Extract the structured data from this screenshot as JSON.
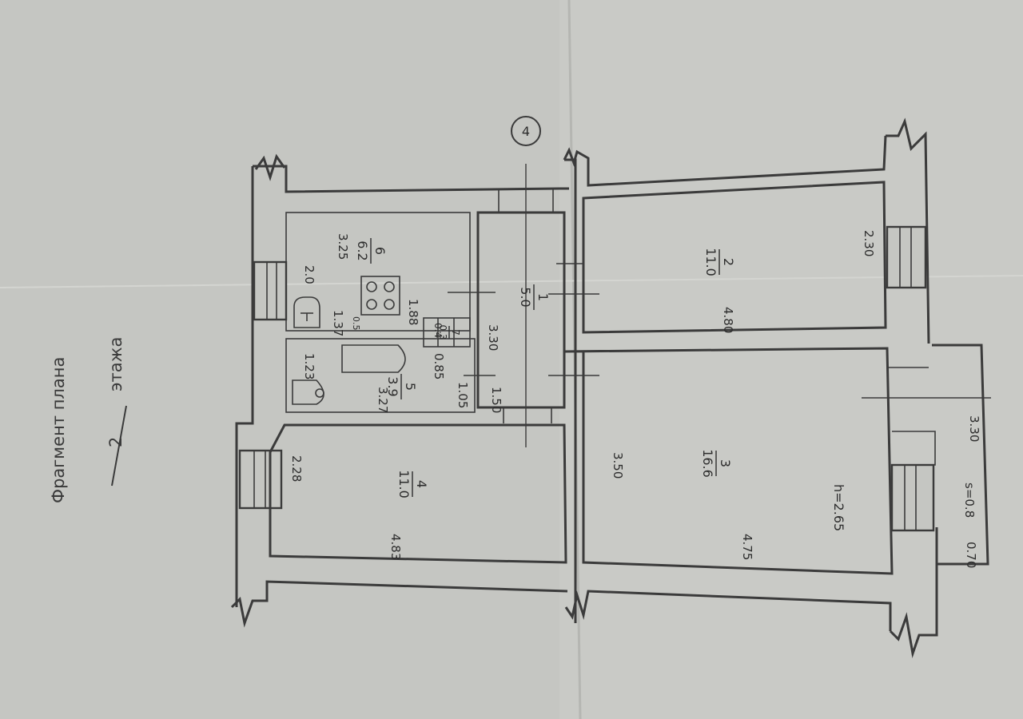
{
  "title": {
    "line1": "Фрагмент плана",
    "line2_number": "2",
    "line2_text": "этажа"
  },
  "axis_marker": "4",
  "rooms": [
    {
      "id": "room-1",
      "number": "1",
      "area": "5.0"
    },
    {
      "id": "room-2",
      "number": "2",
      "area": "11.0"
    },
    {
      "id": "room-3",
      "number": "3",
      "area": "16.6"
    },
    {
      "id": "room-4",
      "number": "4",
      "area": "11.0"
    },
    {
      "id": "room-5",
      "number": "5",
      "area": "3.9"
    },
    {
      "id": "room-6",
      "number": "6",
      "area": "6.2"
    },
    {
      "id": "room-7",
      "number": "7",
      "area": "0.3"
    }
  ],
  "dimensions": {
    "kitchen_length": "3.25",
    "kitchen_width": "2.0",
    "kitchen_inner": "1.88",
    "kitchen_toilet": "1.37",
    "kitchen_step": "0.5",
    "closet": "0.4",
    "hall": "3.30",
    "hall_width": "1.50",
    "bath_width": "1.23",
    "bath_length": "3.27",
    "bath_niche": "0.85",
    "bath_door": "1.05",
    "room2_width": "2.30",
    "room2_length": "4.80",
    "room3_width": "3.50",
    "room3_length": "4.75",
    "room4_width": "2.28",
    "room4_length": "4.83",
    "ceiling_height": "h=2.65",
    "balcony_area": "s=0.8",
    "balcony_length": "3.30",
    "balcony_width": "0.70"
  },
  "colors": {
    "paper": "#c9cac6",
    "ink": "#3b3b3b"
  }
}
